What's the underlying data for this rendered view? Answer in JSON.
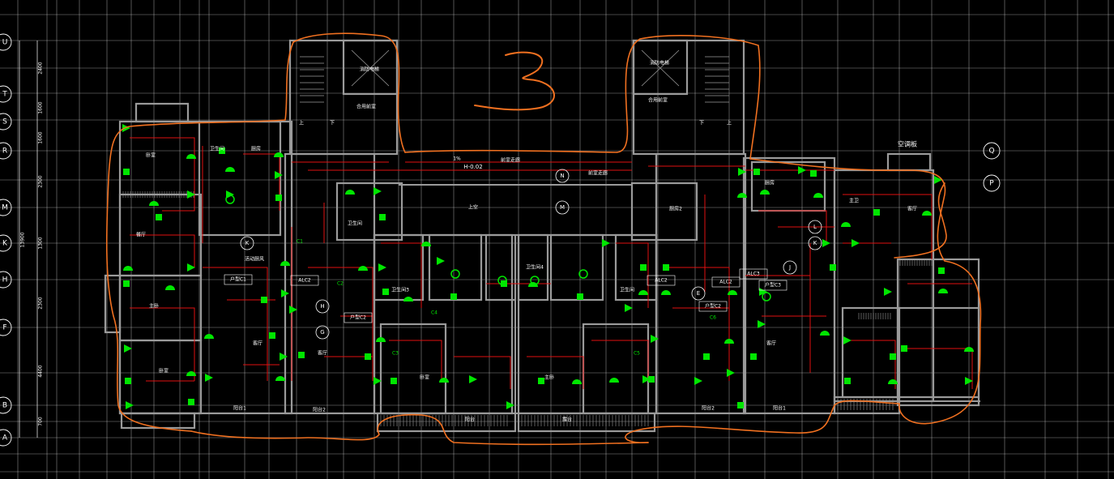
{
  "drawing": {
    "background": "#000000",
    "colors": {
      "grid": "#ffffff",
      "wall": "#9a9a9a",
      "wiring": "#e01010",
      "device": "#00e600",
      "markup": "#f07020",
      "text": "#ffffff"
    },
    "grid_row_labels": [
      "U",
      "T",
      "S",
      "R",
      "M",
      "K",
      "H",
      "F",
      "B",
      "A"
    ],
    "grid_row_labels_right": [
      "Q",
      "P"
    ],
    "left_dims": [
      "2400",
      "1600",
      "1600",
      "2300",
      "1300",
      "2300",
      "4400",
      "700"
    ],
    "left_total_dim": "13900",
    "markup_number": "3",
    "core_labels": {
      "elevator_left": "消防电梯",
      "elevator_right": "消防电梯",
      "stair_up_left": "上",
      "stair_up_right": "上",
      "stair_down_left": "下",
      "stair_down_right": "下",
      "front_room_left": "合用前室",
      "front_room_right": "合用前室",
      "level_mark": "H-0.02",
      "slope": "1%",
      "corridor_left": "前室走廊",
      "corridor_right": "前室走廊",
      "corridor_up": "上空",
      "ac_label": "空调板"
    },
    "room_labels": [
      "卧室",
      "卫生间",
      "厨房",
      "餐厅",
      "主卧",
      "客厅",
      "活动厨风",
      "阳台1",
      "阳台2",
      "卧室",
      "卫生间",
      "厨房2",
      "厨房",
      "主卫",
      "客厅",
      "阳台1",
      "阳台2",
      "阳台",
      "露台",
      "卫生间3",
      "卫生间4",
      "卫生间",
      "主卧",
      "卧室",
      "客厅",
      "客厅"
    ],
    "panel_labels": [
      "户型C1",
      "户型C2",
      "户型C3",
      "户型C2",
      "ALC2",
      "ALC2",
      "ALC3",
      "ALC2"
    ],
    "circuit_labels": [
      "C1",
      "C2",
      "C3",
      "C4",
      "C5",
      "C6"
    ],
    "grid_bubble_letters": [
      "N",
      "M",
      "L",
      "K",
      "J",
      "H",
      "G",
      "E",
      "K"
    ]
  }
}
